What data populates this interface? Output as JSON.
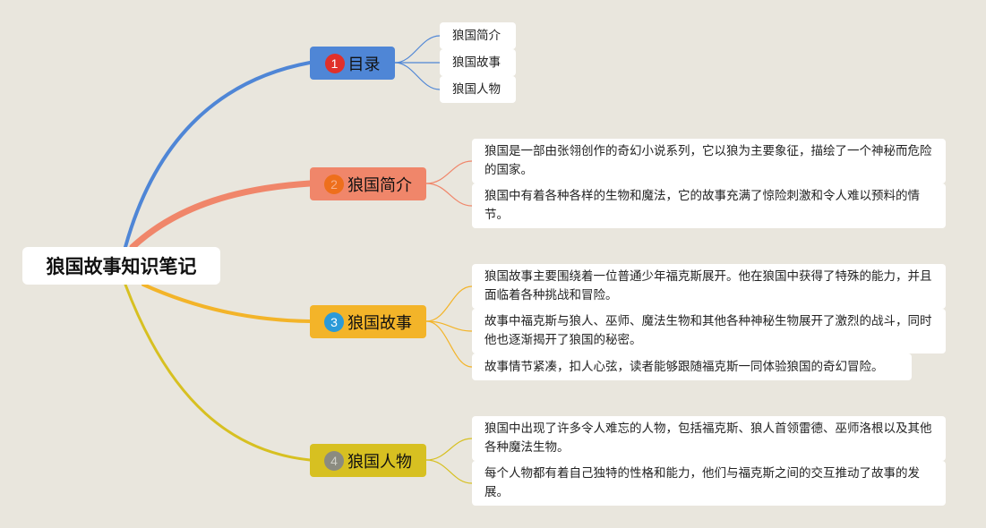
{
  "root": {
    "label": "狼国故事知识笔记"
  },
  "colors": {
    "background": "#e9e6dd",
    "blue": "#4f86d6",
    "orange": "#f0866a",
    "yellow": "#f3b429",
    "olive": "#d7c021"
  },
  "branches": [
    {
      "number": "1",
      "label": "目录",
      "color": "#4f86d6",
      "badge_color": "#e0302a",
      "leaves": [
        "狼国简介",
        "狼国故事",
        "狼国人物"
      ]
    },
    {
      "number": "2",
      "label": "狼国简介",
      "color": "#f0866a",
      "badge_color": "#ee6f1c",
      "leaves": [
        "狼国是一部由张翎创作的奇幻小说系列，它以狼为主要象征，描绘了一个神秘而危险的国家。",
        "狼国中有着各种各样的生物和魔法，它的故事充满了惊险刺激和令人难以预料的情节。"
      ]
    },
    {
      "number": "3",
      "label": "狼国故事",
      "color": "#f3b429",
      "badge_color": "#2b9ad8",
      "leaves": [
        "狼国故事主要围绕着一位普通少年福克斯展开。他在狼国中获得了特殊的能力，并且面临着各种挑战和冒险。",
        "故事中福克斯与狼人、巫师、魔法生物和其他各种神秘生物展开了激烈的战斗，同时他也逐渐揭开了狼国的秘密。",
        "故事情节紧凑，扣人心弦，读者能够跟随福克斯一同体验狼国的奇幻冒险。"
      ]
    },
    {
      "number": "4",
      "label": "狼国人物",
      "color": "#d7c021",
      "badge_color": "#8b8b80",
      "leaves": [
        "狼国中出现了许多令人难忘的人物，包括福克斯、狼人首领雷德、巫师洛根以及其他各种魔法生物。",
        "每个人物都有着自己独特的性格和能力，他们与福克斯之间的交互推动了故事的发展。"
      ]
    }
  ]
}
